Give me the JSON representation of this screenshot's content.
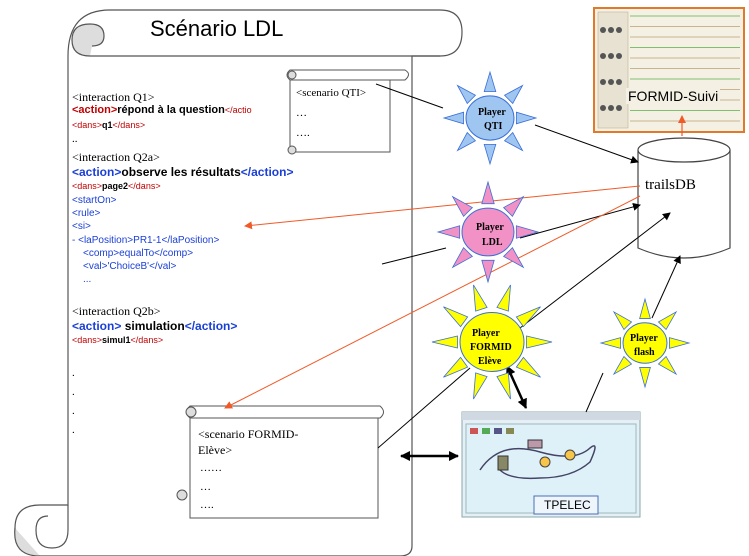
{
  "title": "Scénario LDL",
  "lines": {
    "q1_head": "<interaction Q1>",
    "q1_action_open": "<action>",
    "q1_action_text": "répond à la question",
    "q1_action_close": "</actio",
    "q1_dans_open": "<dans>",
    "q1_dans_val": "q1",
    "q1_dans_close": "</dans>",
    "dots1": "..",
    "q2a_head": "<interaction Q2a>",
    "q2a_action_open": "<action>",
    "q2a_action_text": "observe les résultats",
    "q2a_action_close": "</action>",
    "q2a_dans_open": "<dans>",
    "q2a_dans_val": "page2",
    "q2a_dans_close": "</dans>",
    "starton": "<startOn>",
    "rule": "<rule>",
    "si": "<si>",
    "laposition": "- <laPosition>PR1-1</laPosition>",
    "comp": "<comp>equalTo</comp>",
    "val": "<val>'ChoiceB'</val>",
    "dots2": "...",
    "q2b_head": "<interaction Q2b>",
    "q2b_action_open": "<action>",
    "q2b_action_text": " simulation",
    "q2b_action_close": "</action>",
    "q2b_dans_open": "<dans>",
    "q2b_dans_val": "simul1",
    "q2b_dans_close": "</dans>",
    "d1": ".",
    "d2": ".",
    "d3": ".",
    "d4": "."
  },
  "qti_scroll": {
    "text": "<scenario QTI>",
    "dots1": "…",
    "dots2": "….",
    "label_color": "#000000"
  },
  "formid_scroll": {
    "line1": "<scenario FORMID-",
    "line2": "Elève>",
    "dots1": "……",
    "dots2": "…",
    "dots3": "…."
  },
  "players": {
    "qti": {
      "line1": "Player",
      "line2": "QTI",
      "color": "#9fc6f0"
    },
    "ldl": {
      "line1": "Player",
      "line2": "LDL",
      "color": "#f291c5"
    },
    "formid": {
      "line1": "Player",
      "line2": "FORMID",
      "line3": "Elève",
      "color": "#ffff00"
    },
    "flash": {
      "line1": "Player",
      "line2": "flash",
      "color": "#ffff00"
    }
  },
  "db": {
    "label": "trailsDB"
  },
  "formid_suivi": {
    "label": "FORMID-Suivi"
  },
  "tpelec": {
    "label": "TPELEC"
  },
  "colors": {
    "arrow_red": "#f05a28",
    "arrow_black": "#000000",
    "sun_stroke": "#3a6fd8"
  }
}
